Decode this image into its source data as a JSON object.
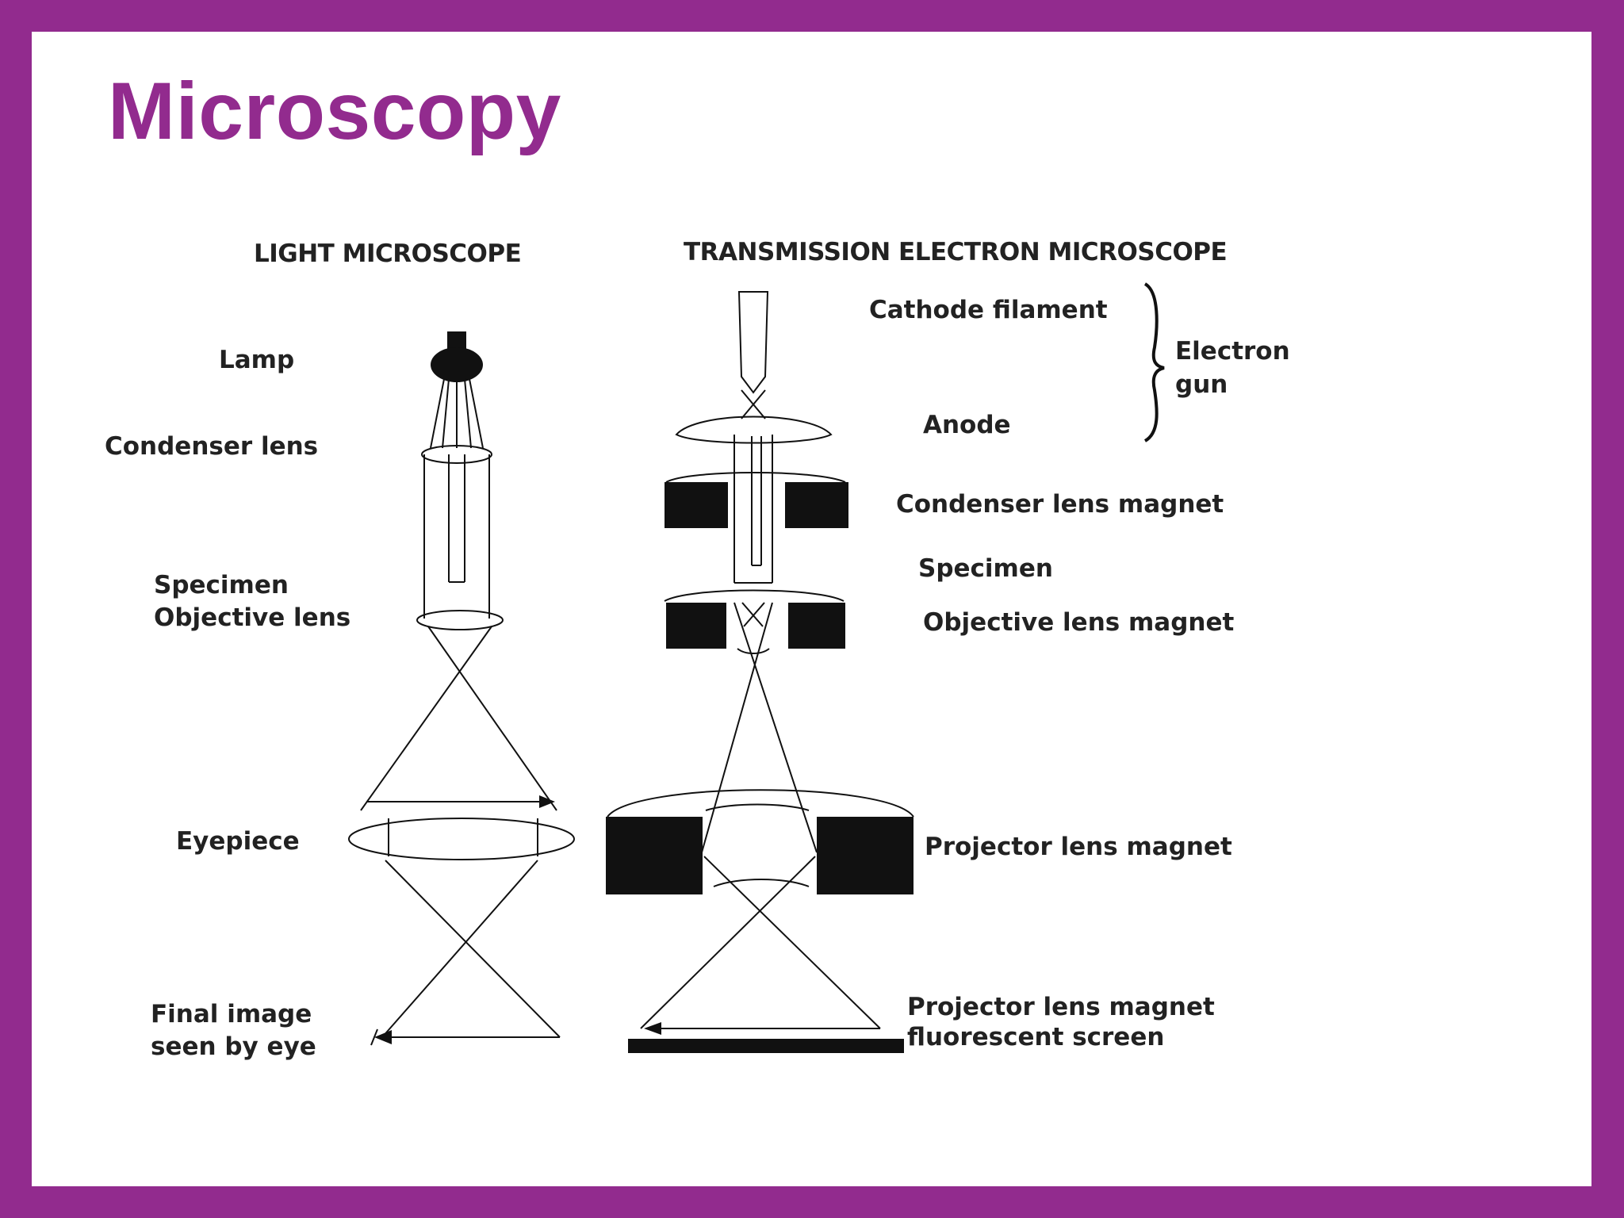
{
  "slide": {
    "title": "Microscopy",
    "background_color": "#922b8e",
    "title_color": "#922b8e"
  },
  "light_microscope": {
    "heading": "LIGHT MICROSCOPE",
    "labels": {
      "lamp": "Lamp",
      "condenser": "Condenser lens",
      "specimen": "Specimen",
      "objective": "Objective lens",
      "eyepiece": "Eyepiece",
      "final_image_1": "Final image",
      "final_image_2": "seen by eye"
    }
  },
  "tem": {
    "heading": "TRANSMISSION ELECTRON MICROSCOPE",
    "labels": {
      "cathode": "Cathode filament",
      "electron_gun_1": "Electron",
      "electron_gun_2": "gun",
      "anode": "Anode",
      "condenser_magnet": "Condenser lens magnet",
      "specimen": "Specimen",
      "objective_magnet": "Objective lens magnet",
      "projector_magnet": "Projector lens magnet",
      "screen_1": "Projector lens magnet",
      "screen_2": "fluorescent screen"
    }
  }
}
